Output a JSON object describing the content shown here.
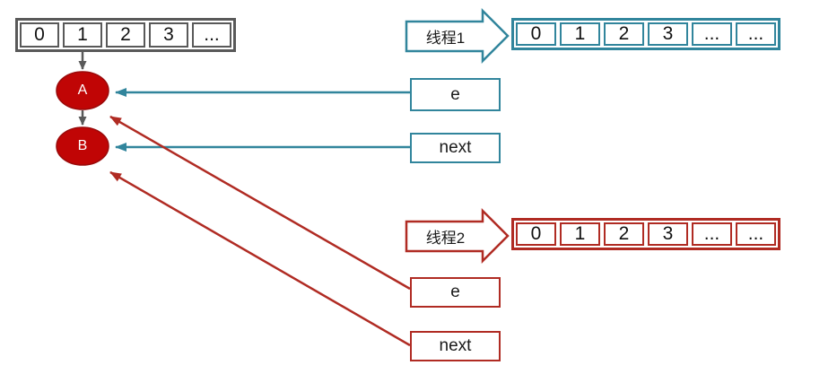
{
  "colors": {
    "gray": "#595959",
    "teal": "#31859c",
    "red_stroke": "#b02b23",
    "node_fill": "#c00505"
  },
  "main_array": {
    "cells": [
      "0",
      "1",
      "2",
      "3",
      "..."
    ]
  },
  "nodes": {
    "a": "A",
    "b": "B"
  },
  "thread1": {
    "label": "线程1",
    "array": {
      "cells": [
        "0",
        "1",
        "2",
        "3",
        "...",
        "..."
      ]
    },
    "e_box": "e",
    "next_box": "next"
  },
  "thread2": {
    "label": "线程2",
    "array": {
      "cells": [
        "0",
        "1",
        "2",
        "3",
        "...",
        "..."
      ]
    },
    "e_box": "e",
    "next_box": "next"
  }
}
